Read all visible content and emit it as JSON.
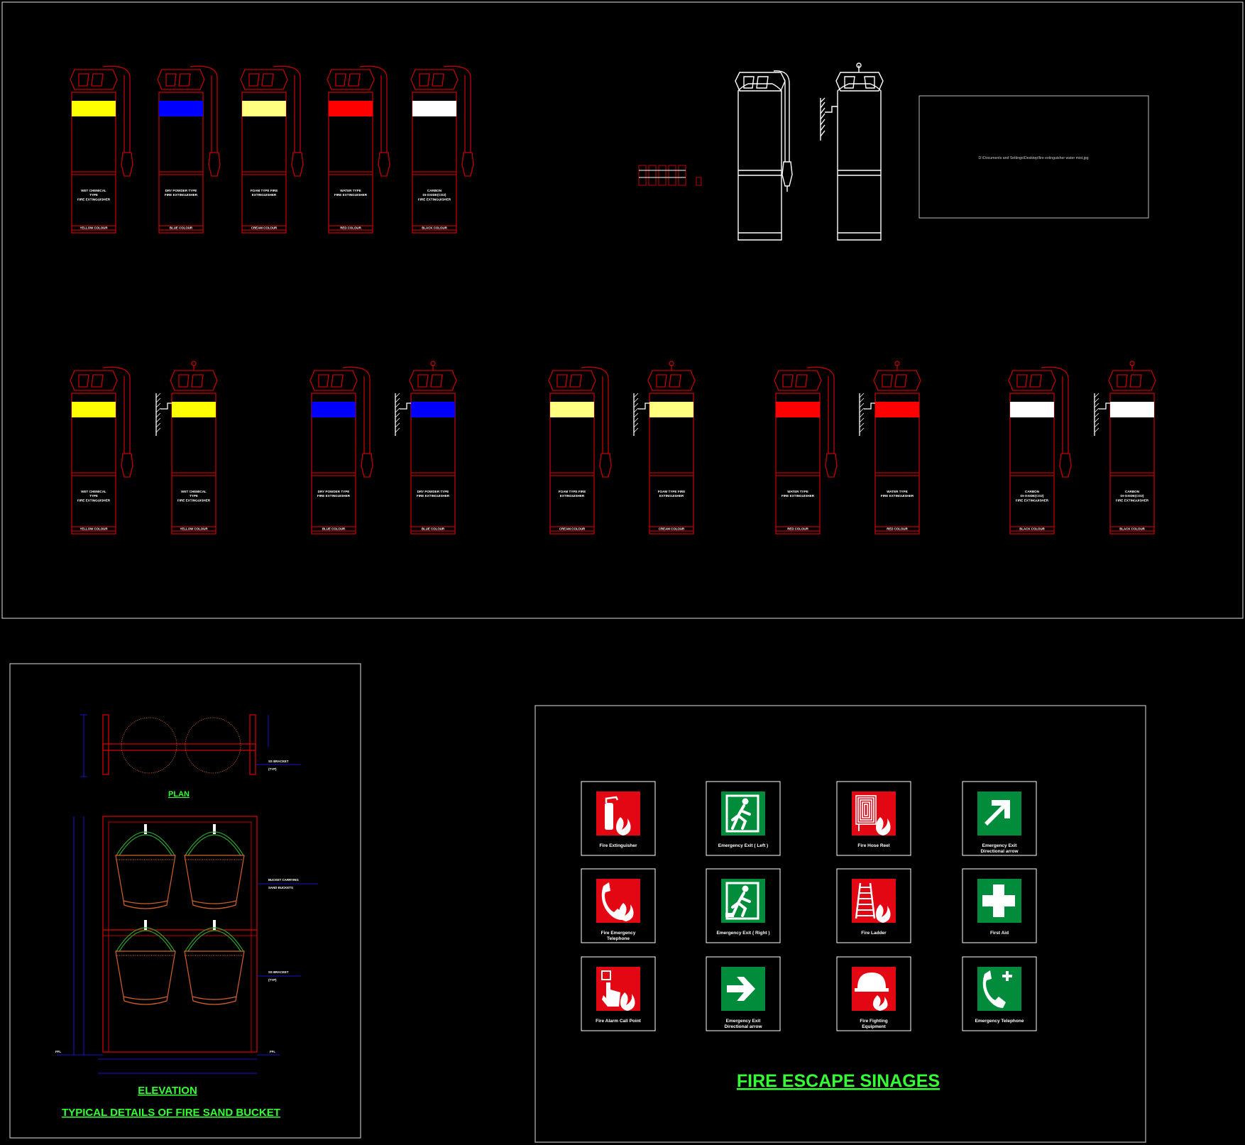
{
  "colors": {
    "background": "#000000",
    "cad_red": "#c00000",
    "cad_white": "#ffffff",
    "cad_blue": "#1414c8",
    "cad_green": "#33ff33",
    "sign_red": "#e30613",
    "sign_green": "#008c3a",
    "bucket_orange": "#d4602a",
    "bucket_green": "#2ca02c",
    "band_yellow": "#ffff00",
    "band_blue": "#0000ff",
    "band_cream": "#ffff80",
    "band_red": "#ff0000",
    "band_white": "#ffffff"
  },
  "extinguishers_top": [
    {
      "band_color": "#ffff00",
      "label": [
        "WET CHEMICAL",
        "TYPE",
        "FIRE EXTINGUISHER"
      ],
      "colour": "YELLOW COLOUR"
    },
    {
      "band_color": "#0000ff",
      "label": [
        "DRY POWDER TYPE",
        "FIRE EXTINGUISHER"
      ],
      "colour": "BLUE COLOUR"
    },
    {
      "band_color": "#ffff80",
      "label": [
        "FOAM TYPE FIRE",
        "EXTINGUISHER"
      ],
      "colour": "CREAM COLOUR"
    },
    {
      "band_color": "#ff0000",
      "label": [
        "WATER TYPE",
        "FIRE EXTINGUISHER"
      ],
      "colour": "RED COLOUR"
    },
    {
      "band_color": "#ffffff",
      "label": [
        "CARBON",
        "DI-OXIDE(CO2)",
        "FIRE EXTINGUISHER"
      ],
      "colour": "BLACK COLOUR"
    }
  ],
  "extinguishers_bottom": [
    {
      "band_color": "#ffff00",
      "label": [
        "WET CHEMICAL",
        "TYPE",
        "FIRE EXTINGUISHER"
      ],
      "colour": "YELLOW COLOUR"
    },
    {
      "band_color": "#0000ff",
      "label": [
        "DRY POWDER TYPE",
        "FIRE EXTINGUISHER"
      ],
      "colour": "BLUE COLOUR"
    },
    {
      "band_color": "#ffff80",
      "label": [
        "FOAM TYPE FIRE",
        "EXTINGUISHER"
      ],
      "colour": "CREAM COLOUR"
    },
    {
      "band_color": "#ff0000",
      "label": [
        "WATER TYPE",
        "FIRE EXTINGUISHER"
      ],
      "colour": "RED COLOUR"
    },
    {
      "band_color": "#ffffff",
      "label": [
        "CARBON",
        "DI-OXIDE(CO2)",
        "FIRE EXTINGUISHER"
      ],
      "colour": "BLACK COLOUR"
    }
  ],
  "image_frame": {
    "path_text": "D:\\Documents and Settings\\Desktop\\fire extinguisher water mist.jpg"
  },
  "sand_bucket": {
    "plan_title": "PLAN",
    "elevation_title": "ELEVATION",
    "main_title": "TYPICAL DETAILS OF FIRE SAND BUCKET",
    "plan_note": [
      "SS BRACKET",
      "(TYP)"
    ],
    "bucket_note": [
      "BUCKET CARRYING",
      "SAND BUCKETS"
    ],
    "elev_note": [
      "SS BRACKET",
      "(TYP)"
    ],
    "ffl_left": "FFL",
    "ffl_right": "FFL"
  },
  "signage": {
    "title": "FIRE ESCAPE SINAGES",
    "signs": [
      {
        "icon": "fire-extinguisher-icon",
        "bg": "#e30613",
        "caption": [
          "Fire Extinguisher"
        ]
      },
      {
        "icon": "emergency-exit-left-icon",
        "bg": "#008c3a",
        "caption": [
          "Emergency Exit ( Left )"
        ]
      },
      {
        "icon": "fire-hose-reel-icon",
        "bg": "#e30613",
        "caption": [
          "Fire Hose Reel"
        ]
      },
      {
        "icon": "diagonal-arrow-icon",
        "bg": "#008c3a",
        "caption": [
          "Emergency Exit",
          "Directional arrow"
        ]
      },
      {
        "icon": "fire-telephone-icon",
        "bg": "#e30613",
        "caption": [
          "Fire Emergency",
          "Telephone"
        ]
      },
      {
        "icon": "emergency-exit-right-icon",
        "bg": "#008c3a",
        "caption": [
          "Emergency Exit ( Right )"
        ]
      },
      {
        "icon": "fire-ladder-icon",
        "bg": "#e30613",
        "caption": [
          "Fire Ladder"
        ]
      },
      {
        "icon": "first-aid-cross-icon",
        "bg": "#008c3a",
        "caption": [
          "First Aid"
        ]
      },
      {
        "icon": "fire-alarm-call-point-icon",
        "bg": "#e30613",
        "caption": [
          "Fire Alarm Call Point"
        ]
      },
      {
        "icon": "right-arrow-icon",
        "bg": "#008c3a",
        "caption": [
          "Emergency Exit",
          "Directional arrow"
        ]
      },
      {
        "icon": "fire-fighting-equipment-icon",
        "bg": "#e30613",
        "caption": [
          "Fire Fighting",
          "Equipment"
        ]
      },
      {
        "icon": "emergency-telephone-icon",
        "bg": "#008c3a",
        "caption": [
          "Emergency Telephone"
        ]
      }
    ]
  }
}
